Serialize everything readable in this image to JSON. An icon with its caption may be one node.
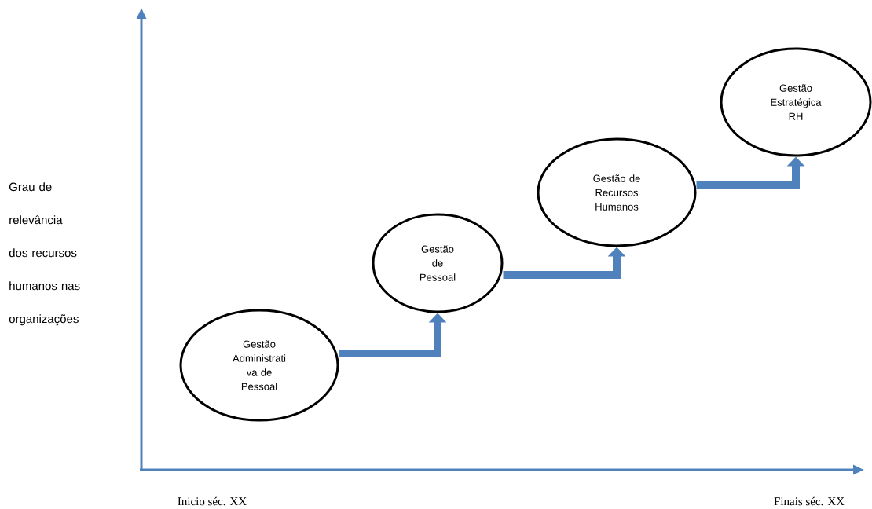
{
  "diagram": {
    "nodes": [
      {
        "text": [
          "Gestão Administrati va de Pessoal"
        ]
      },
      {
        "text": [
          "Gestão de Pessoal"
        ]
      },
      {
        "text": [
          "Gestão de Recursos Humanos"
        ]
      },
      {
        "text": [
          "Gestão Estratégica RH"
        ]
      }
    ],
    "edges": [
      {
        "from": 0,
        "to": 1,
        "arrow": "to"
      },
      {
        "from": 1,
        "to": 2,
        "arrow": "to"
      },
      {
        "from": 2,
        "to": 3,
        "arrow": "to"
      }
    ],
    "labels": [
      "Grau de relevância dos recursos humanos nas organizações",
      "Inicio séc. XX",
      "Finais séc. XX"
    ]
  }
}
